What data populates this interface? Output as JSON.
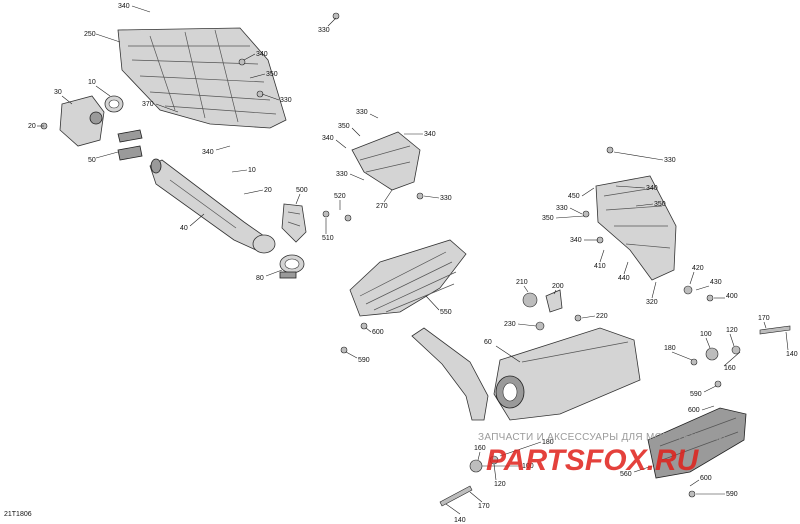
{
  "reference": "21T1806",
  "watermark": {
    "caption": "ЗАПЧАСТИ И АКСЕССУАРЫ ДЛЯ МОТОТЕХНИКИ",
    "logo": "PARTSFOX.RU"
  },
  "callouts": [
    "340",
    "330",
    "250",
    "340",
    "350",
    "330",
    "370",
    "10",
    "30",
    "20",
    "50",
    "340",
    "330",
    "350",
    "340",
    "340",
    "330",
    "520",
    "500",
    "10",
    "20",
    "40",
    "80",
    "510",
    "270",
    "330",
    "330",
    "450",
    "330",
    "350",
    "340",
    "340",
    "350",
    "410",
    "440",
    "320",
    "420",
    "430",
    "400",
    "210",
    "200",
    "220",
    "230",
    "550",
    "600",
    "590",
    "60",
    "100",
    "120",
    "170",
    "180",
    "160",
    "140",
    "590",
    "600",
    "180",
    "160",
    "100",
    "120",
    "170",
    "140",
    "600",
    "590",
    "560"
  ],
  "colors": {
    "line": "#222222",
    "part": "#d4d4d4",
    "logo": "#e0201b"
  }
}
